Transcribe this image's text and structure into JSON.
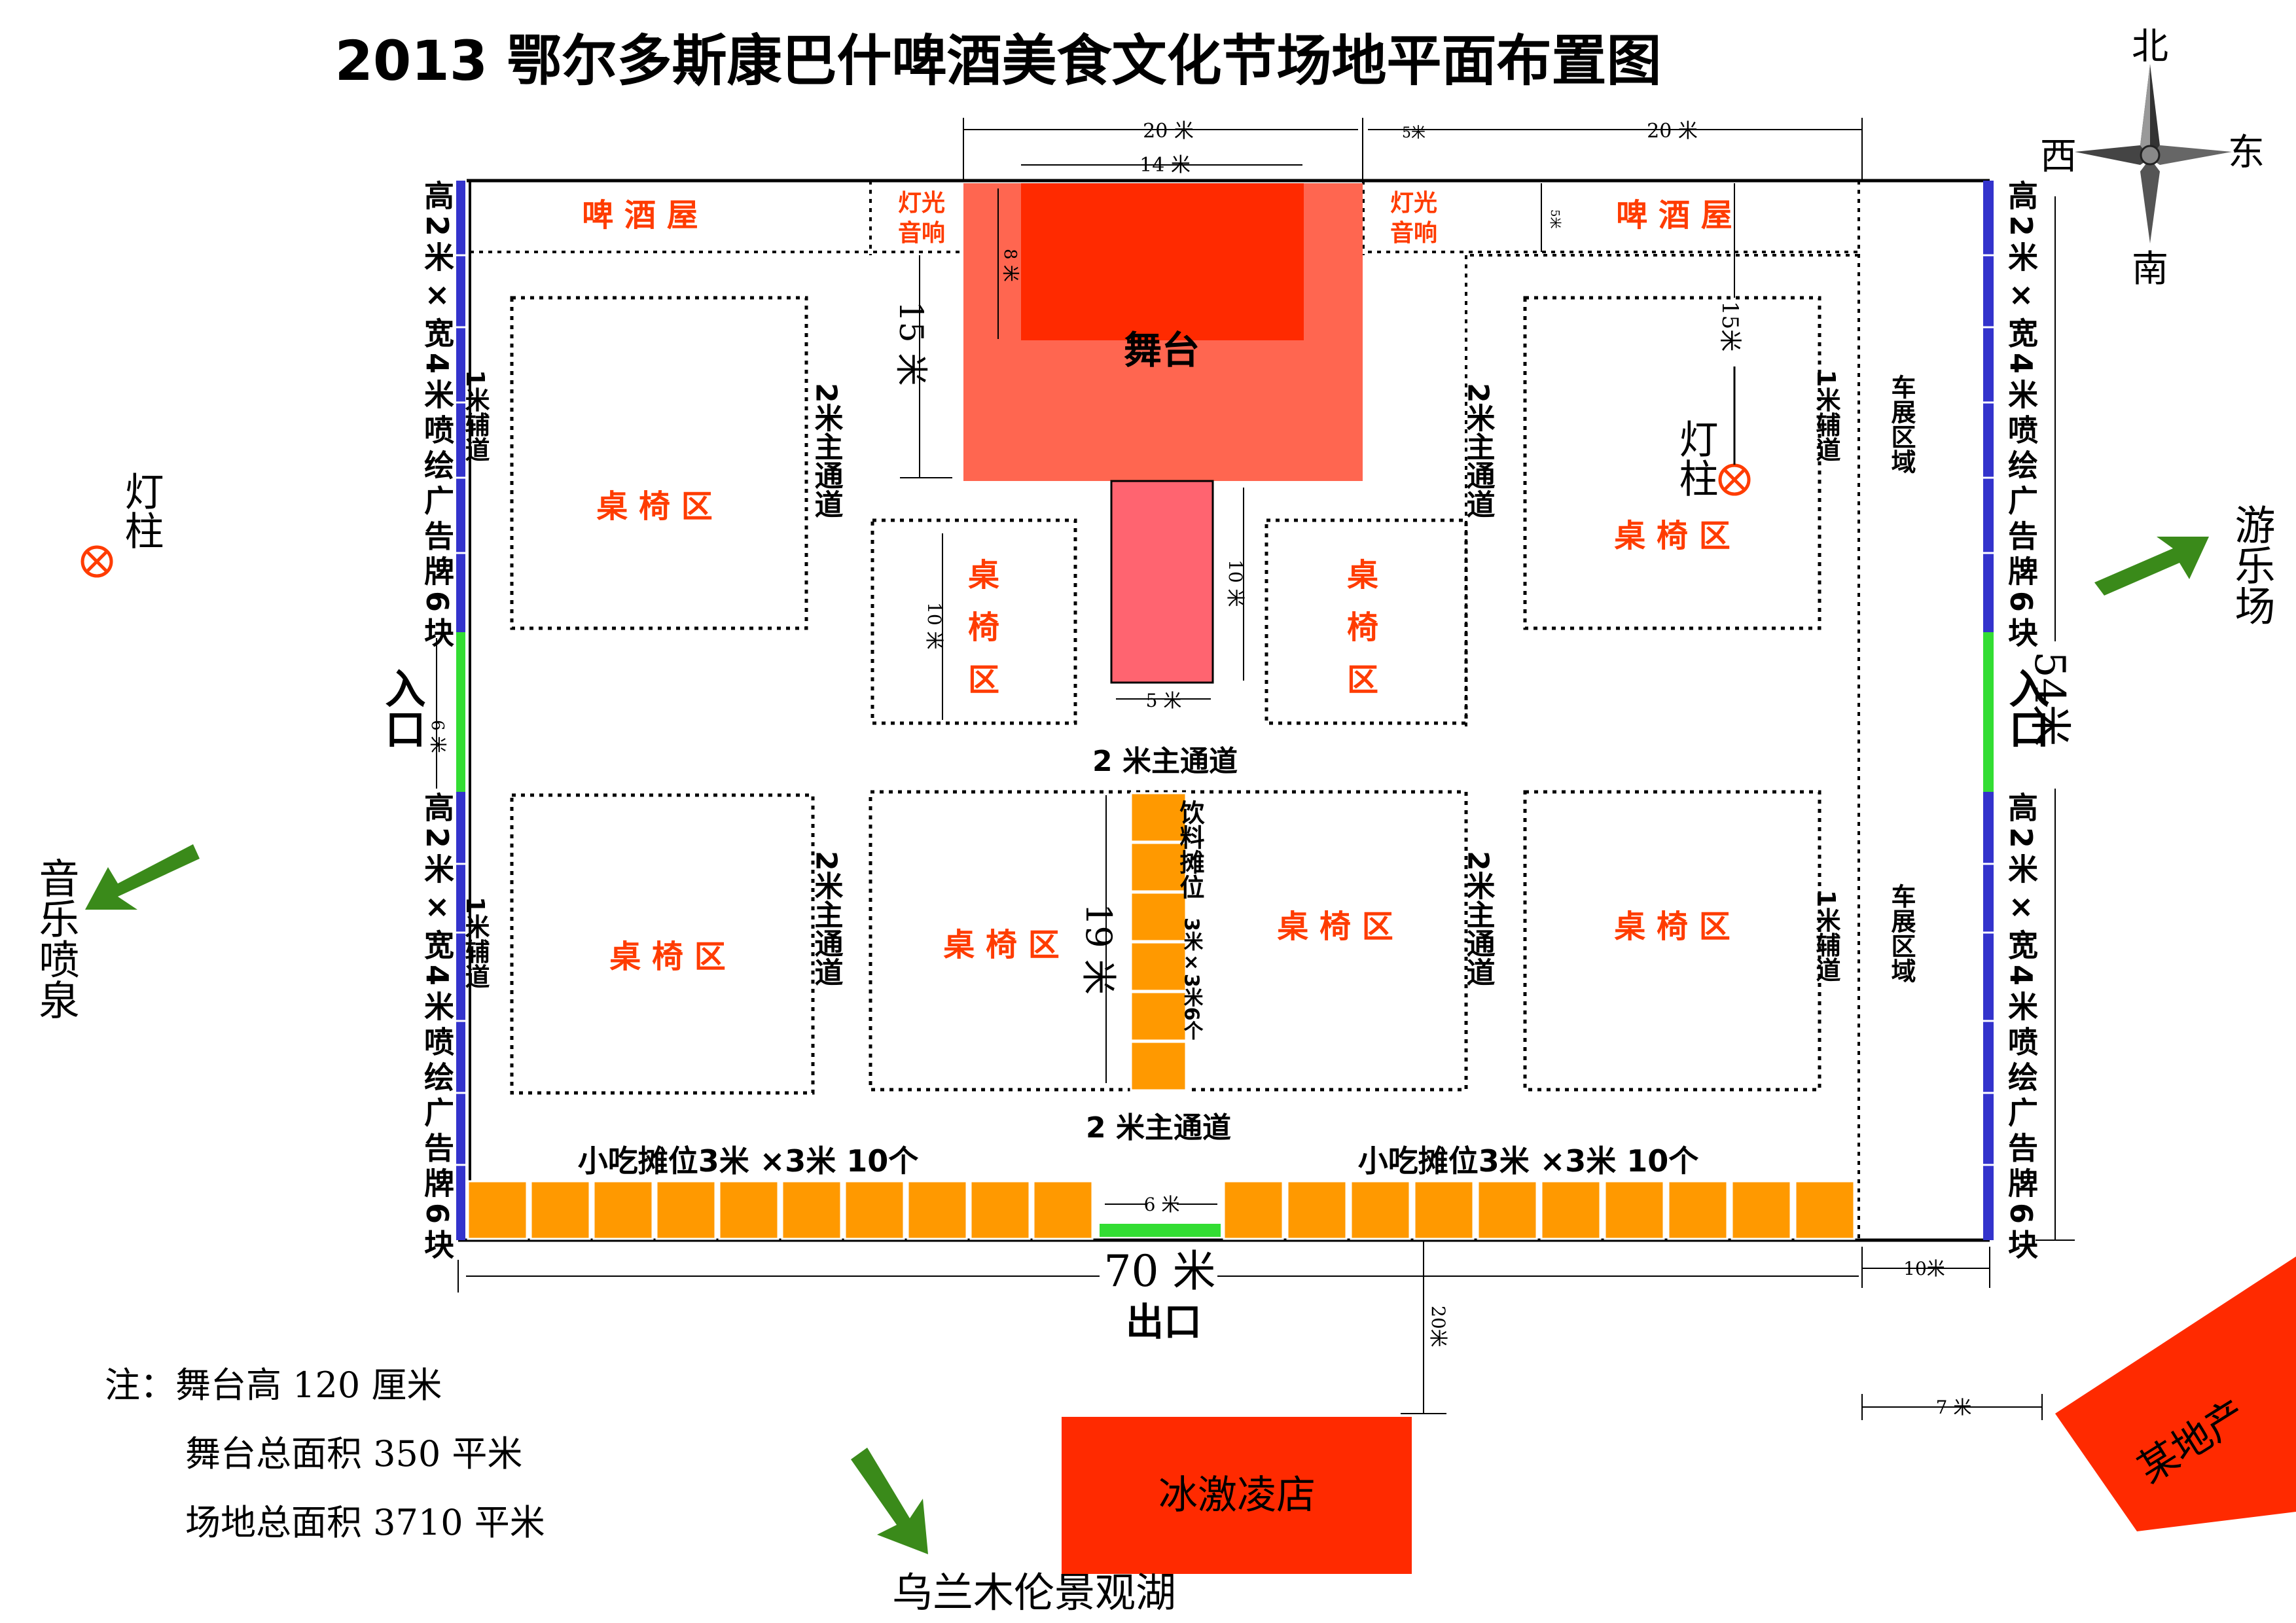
{
  "title": "2013 鄂尔多斯康巴什啤酒美食文化节场地平面布置图",
  "compass": {
    "north": "北",
    "south": "南",
    "west": "西",
    "east": "东"
  },
  "zones": {
    "beer_house_left": "啤 酒 屋",
    "beer_house_right": "啤 酒 屋",
    "light_sound_1": "灯光",
    "light_sound_2": "音响",
    "stage": "舞台",
    "seating_left_top": "桌 椅 区",
    "seating_right_top": "桌 椅 区",
    "seating_mid_left_v": [
      "桌",
      "椅",
      "区"
    ],
    "seating_mid_right_v": [
      "桌",
      "椅",
      "区"
    ],
    "seating_left_bottom": "桌 椅 区",
    "seating_center_left": "桌 椅 区",
    "seating_center_right": "桌 椅 区",
    "seating_right_bottom": "桌 椅 区",
    "aux_path": "1米辅道",
    "main_path_v": "2米主通道",
    "main_path_h": "2 米主通道",
    "car_area": "车展区域",
    "drink_stall": "饮料摊位",
    "drink_stall_spec": "3米×3米6个",
    "snack_stall": "小吃摊位3米 ×3米 10个",
    "billboard": "高2米×宽4米喷绘广告牌6块",
    "entrance": "入口",
    "exit": "出口",
    "lamp_post": "灯柱"
  },
  "dimensions": {
    "d20a": "20 米",
    "d5top": "5米",
    "d20b": "20 米",
    "d14": "14 米",
    "d8": "8 米",
    "d15": "15 米",
    "d5small": "5米",
    "d15r": "15米",
    "d10a": "10 米",
    "d10b": "10 米",
    "d5": "5 米",
    "d6": "6 米",
    "d19": "19 米",
    "d6b": "6 米",
    "d70": "70 米",
    "d10r": "10米",
    "d20v": "20米",
    "d7": "7 米",
    "d54": "54米"
  },
  "outside": {
    "music_fountain": "音乐喷泉",
    "playground": "游乐场",
    "ice_cream": "冰激凌店",
    "real_estate": "某地产",
    "lake": "乌兰木伦景观湖",
    "lamp_left": "灯柱"
  },
  "notes": {
    "n1": "注：舞台高 120 厘米",
    "n2": "舞台总面积 350 平米",
    "n3": "场地总面积 3710 平米"
  },
  "colors": {
    "stage_dark": "#ff2a00",
    "stage_light": "#ff6650",
    "runway": "#ff6470",
    "zone_text": "#ff3c00",
    "stall": "#ff9900",
    "billboard": "#3333cc",
    "entrance": "#33dd33",
    "arrow": "#3a8a1a",
    "ice_cream": "#ff2a00"
  }
}
